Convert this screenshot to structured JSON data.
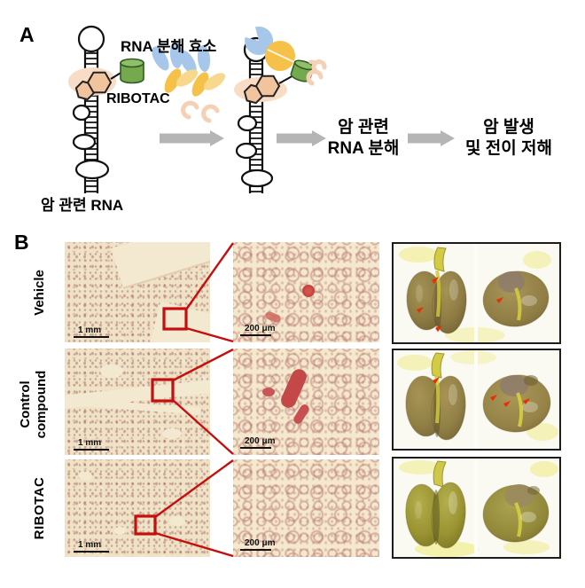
{
  "panel_a": {
    "label": "A",
    "enzyme_label": "RNA 분해 효소",
    "ribotac_label": "RIBOTAC",
    "cancer_rna_label": "암 관련 RNA",
    "step1_line1": "암 관련",
    "step1_line2": "RNA 분해",
    "step2_line1": "암 발생",
    "step2_line2": "및 전이 저해"
  },
  "panel_b": {
    "label": "B",
    "rows": [
      {
        "group": "Vehicle",
        "scalebar_low": "1 mm",
        "scalebar_high": "200 μm"
      },
      {
        "group": "Control compound",
        "scalebar_low": "1 mm",
        "scalebar_high": "200 μm"
      },
      {
        "group": "RIBOTAC",
        "scalebar_low": "1 mm",
        "scalebar_high": "200 μm"
      }
    ]
  },
  "colors": {
    "highlight_red": "#c50f0f",
    "arrow_gray": "#b5b5b5",
    "enzyme_blue": "#a6c7e9",
    "enzyme_yellow": "#f5c148",
    "ribotac_green": "#74a94d",
    "binder_peach": "#f2c49e"
  }
}
